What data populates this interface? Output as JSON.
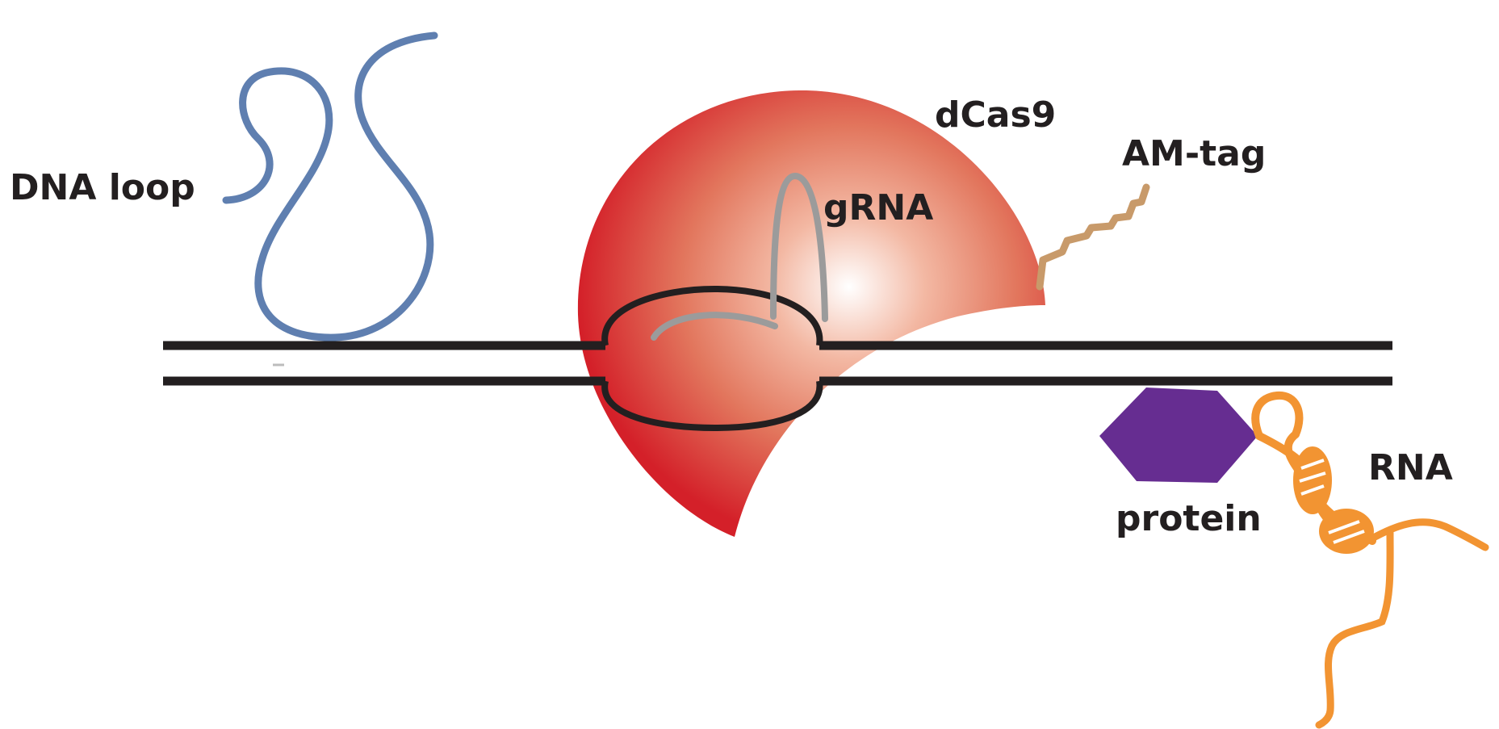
{
  "labels": {
    "dna_loop": "DNA loop",
    "dcas9": "dCas9",
    "grna": "gRNA",
    "am_tag": "AM-tag",
    "protein": "protein",
    "rna": "RNA"
  },
  "colors": {
    "dna_strand": "#231f20",
    "dna_loop": "#5f7fb0",
    "dcas9": "#d7262c",
    "grna": "#9b9b9b",
    "am_tag": "#c89a6a",
    "protein": "#662d91",
    "rna": "#f29432",
    "text": "#231f20"
  }
}
